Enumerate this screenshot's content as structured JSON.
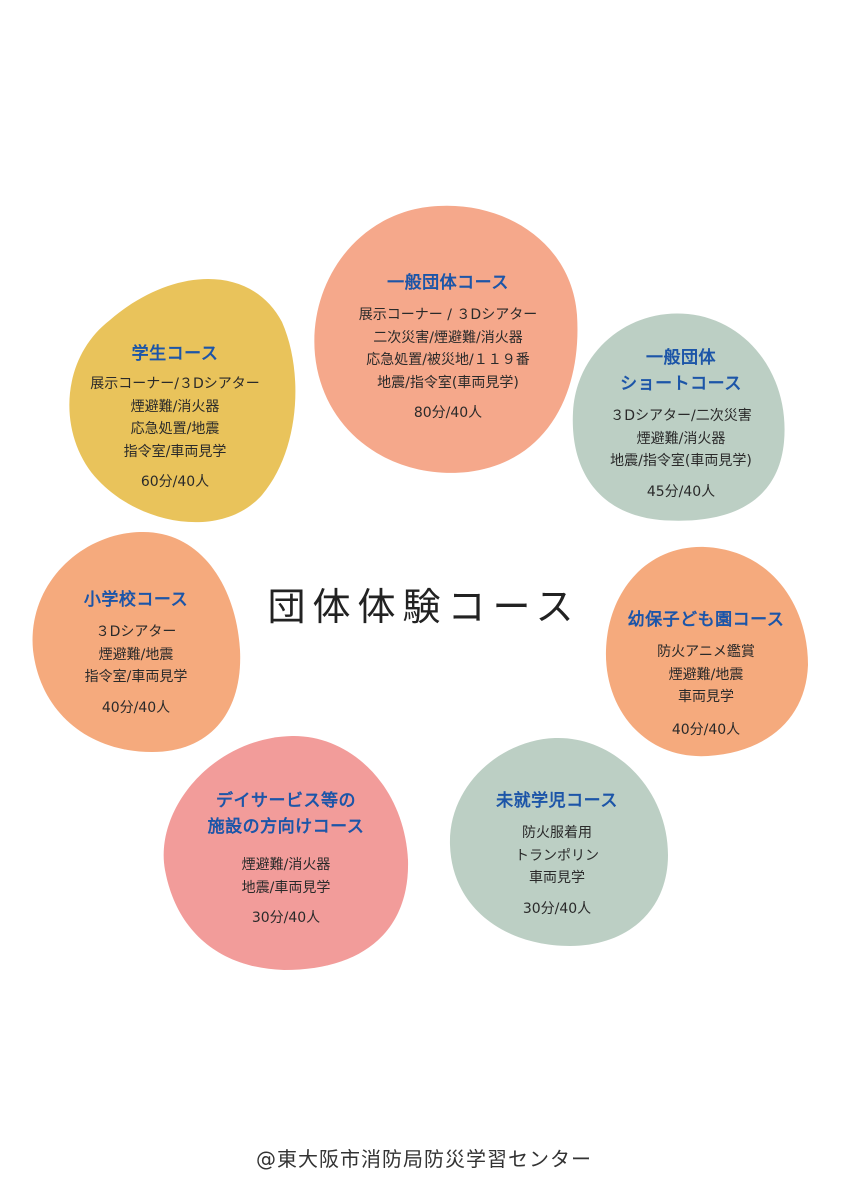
{
  "page": {
    "title": "団体体験コース",
    "footer": "@東大阪市消防局防災学習センター"
  },
  "colors": {
    "title_text": "#1c55a8",
    "salmon": "#f5a88b",
    "orange": "#f5aa7d",
    "mustard": "#e9c35b",
    "sage": "#bccfc4",
    "pink": "#f29c9a"
  },
  "courses": [
    {
      "id": "ippan",
      "title": [
        "一般団体コース"
      ],
      "lines": [
        "展示コーナー / ３Dシアター",
        "二次災害/煙避難/消火器",
        "応急処置/被災地/１１９番",
        "地震/指令室(車両見学)"
      ],
      "duration": "80分/40人",
      "color": "salmon"
    },
    {
      "id": "gakusei",
      "title": [
        "学生コース"
      ],
      "lines": [
        "展示コーナー/３Dシアター",
        "煙避難/消火器",
        "応急処置/地震",
        "指令室/車両見学"
      ],
      "duration": "60分/40人",
      "color": "mustard"
    },
    {
      "id": "ippan-short",
      "title": [
        "一般団体",
        "ショートコース"
      ],
      "lines": [
        "３Dシアター/二次災害",
        "煙避難/消火器",
        "地震/指令室(車両見学)"
      ],
      "duration": "45分/40人",
      "color": "sage"
    },
    {
      "id": "shogakko",
      "title": [
        "小学校コース"
      ],
      "lines": [
        "３Dシアター",
        "煙避難/地震",
        "指令室/車両見学"
      ],
      "duration": "40分/40人",
      "color": "orange"
    },
    {
      "id": "yohoji",
      "title": [
        "幼保子ども園コース"
      ],
      "lines": [
        "防火アニメ鑑賞",
        "煙避難/地震",
        "車両見学"
      ],
      "duration": "40分/40人",
      "color": "orange"
    },
    {
      "id": "dayservice",
      "title": [
        "デイサービス等の",
        "施設の方向けコース"
      ],
      "lines": [
        "煙避難/消火器",
        "地震/車両見学"
      ],
      "duration": "30分/40人",
      "color": "pink"
    },
    {
      "id": "mishugakuji",
      "title": [
        "未就学児コース"
      ],
      "lines": [
        "防火服着用",
        "トランポリン",
        "車両見学"
      ],
      "duration": "30分/40人",
      "color": "sage"
    }
  ]
}
